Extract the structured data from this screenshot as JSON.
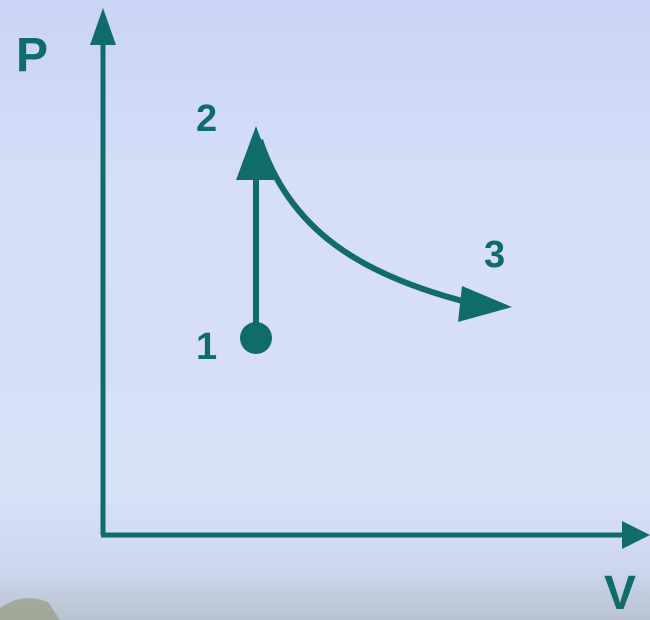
{
  "axes": {
    "y_label": "P",
    "x_label": "V"
  },
  "points": [
    {
      "id": "1",
      "label": "1"
    },
    {
      "id": "2",
      "label": "2"
    },
    {
      "id": "3",
      "label": "3"
    }
  ],
  "colors": {
    "ink": "#0f6c6a",
    "background": "#d6def8"
  }
}
